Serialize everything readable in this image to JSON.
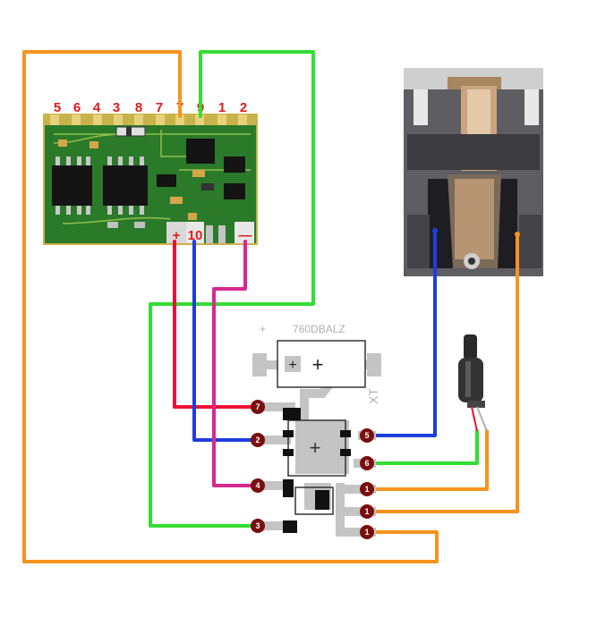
{
  "decoder": {
    "top_pins": [
      "5",
      "6",
      "4",
      "3",
      "8",
      "7",
      "7",
      "9",
      "1",
      "2"
    ],
    "bottom_pins": [
      "+",
      "10",
      "",
      "",
      "—"
    ]
  },
  "board": {
    "part_label": "760DBALZ",
    "plus_mark": "+",
    "xt_label": "XT",
    "left_pads": [
      "7",
      "2",
      "4",
      "3"
    ],
    "right_pads": [
      "5",
      "6",
      "1",
      "1",
      "1"
    ]
  },
  "colors": {
    "orange": "#f7931e",
    "green": "#33dd33",
    "red": "#ee1133",
    "blue": "#1e3ddd",
    "magenta": "#d92890",
    "pcb_green": "#2a7a2a",
    "pad": "#7a0e0e"
  }
}
